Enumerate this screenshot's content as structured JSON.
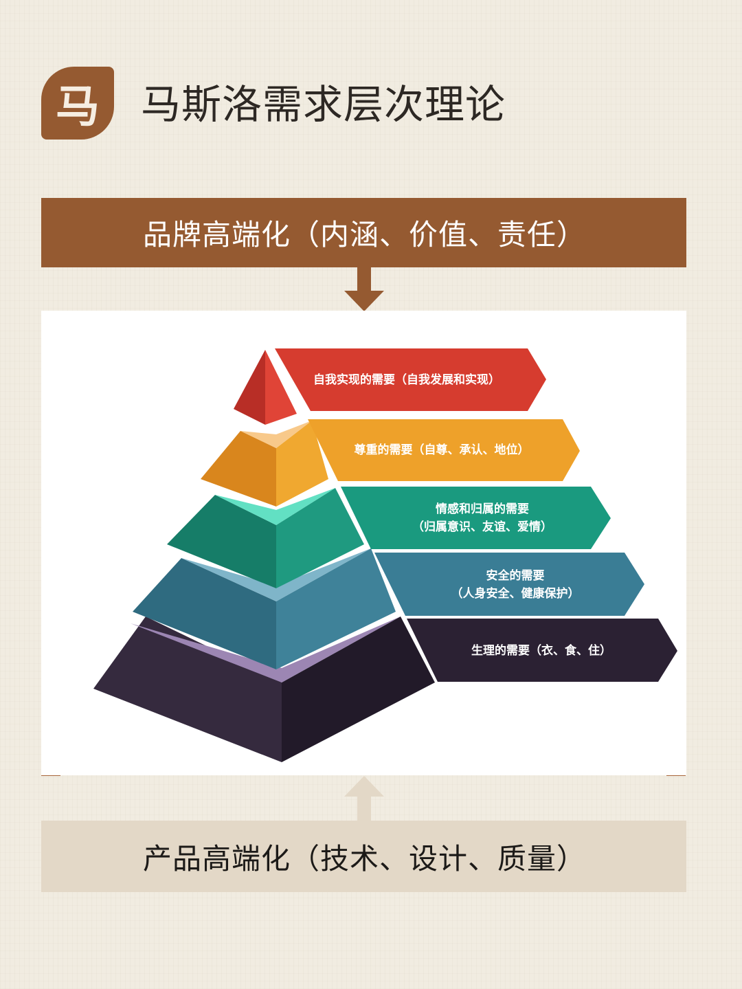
{
  "title": {
    "badge": "马",
    "text": "马斯洛需求层次理论"
  },
  "top_banner": "品牌高端化（内涵、价值、责任）",
  "bottom_banner": "产品高端化（技术、设计、质量）",
  "pyramid": {
    "levels": [
      {
        "label_lines": [
          "自我实现的需要（自我发展和实现）"
        ],
        "color": "#d63c2f"
      },
      {
        "label_lines": [
          "尊重的需要（自尊、承认、地位）"
        ],
        "color": "#eea12a"
      },
      {
        "label_lines": [
          "情感和归属的需要",
          "（归属意识、友谊、爱情）"
        ],
        "color": "#1a9a7f"
      },
      {
        "label_lines": [
          "安全的需要",
          "（人身安全、健康保护）"
        ],
        "color": "#3a7d95"
      },
      {
        "label_lines": [
          "生理的需要（衣、食、住）"
        ],
        "color": "#2b2133"
      }
    ]
  },
  "colors": {
    "accent": "#955a31",
    "accent_light": "#e3d8c7",
    "frame_line": "#a8653a"
  }
}
